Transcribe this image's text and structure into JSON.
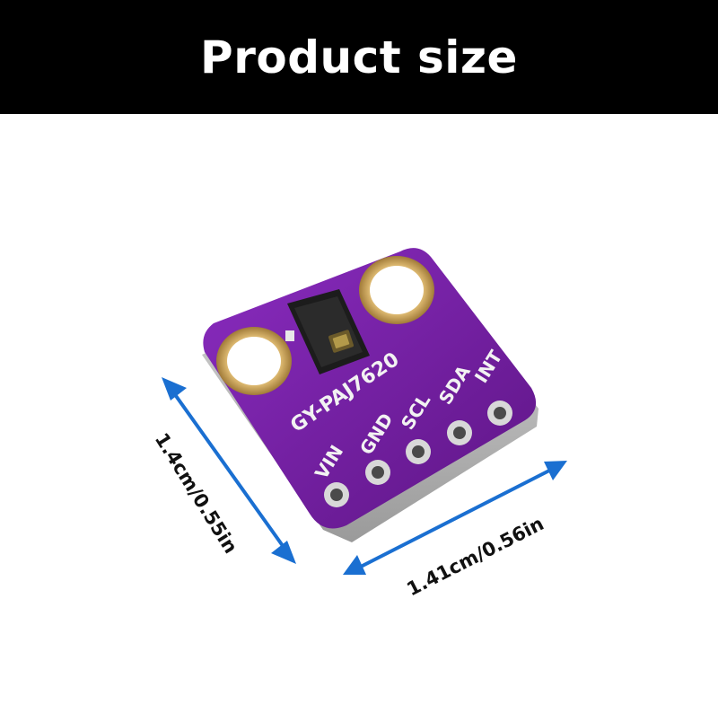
{
  "banner": {
    "title": "Product size"
  },
  "board": {
    "model_label": "GY-PAJ7620",
    "pins": [
      "VIN",
      "GND",
      "SCL",
      "SDA",
      "INT"
    ],
    "color": "#7a1fa8",
    "hole_ring_color": "#c9a25a"
  },
  "dimensions": {
    "height_label": "1.4cm/0.55in",
    "width_label": "1.41cm/0.56in",
    "arrow_color": "#1a6fd1"
  }
}
